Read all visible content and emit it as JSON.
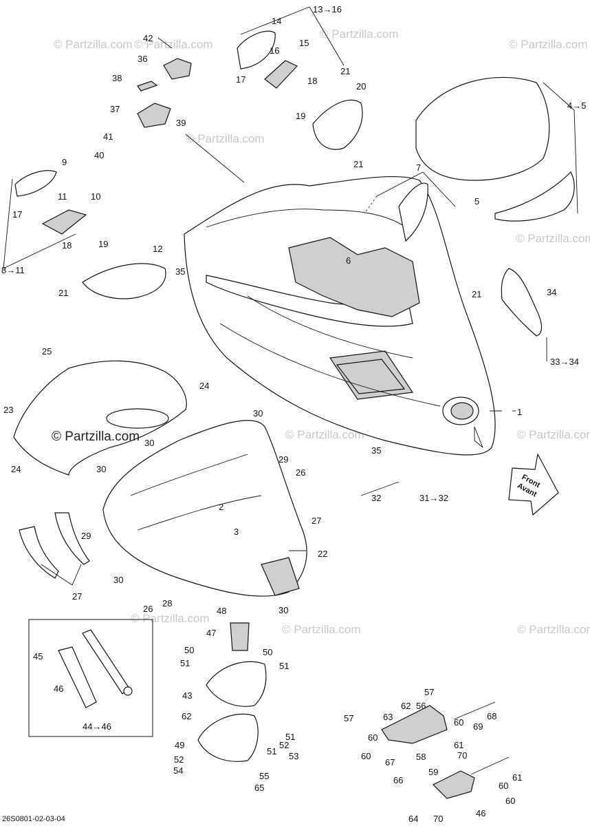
{
  "diagram": {
    "callouts": [
      "13→16",
      "14",
      "42",
      "15",
      "16",
      "36",
      "17",
      "38",
      "18",
      "21",
      "20",
      "37",
      "39",
      "19",
      "4→5",
      "41",
      "7",
      "40",
      "9",
      "21",
      "5",
      "11",
      "10",
      "17",
      "6",
      "19",
      "12",
      "8→11",
      "18",
      "21",
      "35",
      "21",
      "34",
      "33→34",
      "25",
      "24",
      "23",
      "1",
      "30",
      "30",
      "29",
      "24",
      "30",
      "26",
      "35",
      "2",
      "27",
      "32",
      "31→32",
      "3",
      "29",
      "22",
      "30",
      "28",
      "27",
      "26",
      "30",
      "48",
      "47",
      "50",
      "50",
      "51",
      "51",
      "43",
      "57",
      "62",
      "63",
      "56",
      "62",
      "60",
      "60",
      "57",
      "68",
      "69",
      "51",
      "49",
      "52",
      "53",
      "60",
      "67",
      "70",
      "61",
      "58",
      "51",
      "55",
      "59",
      "52",
      "54",
      "65",
      "60",
      "61",
      "66",
      "60",
      "64",
      "70",
      "46",
      "45",
      "46",
      "44→46"
    ],
    "watermarks": [
      "© Partzilla.com",
      "© Partzilla.com",
      "© Partzilla.com",
      "© Partzilla.com",
      "© Partzilla.com",
      "© Partzilla.com",
      "© Partzilla.com",
      "© Partzilla.com",
      "© Partzilla.com",
      "© Partzilla.com",
      "© Partzilla.com",
      "© Partzilla.com"
    ],
    "center_watermark": "© Partzilla.com",
    "direction_label": [
      "Front",
      "Avant"
    ],
    "drawing_code": "26S0801-02-03-04"
  }
}
